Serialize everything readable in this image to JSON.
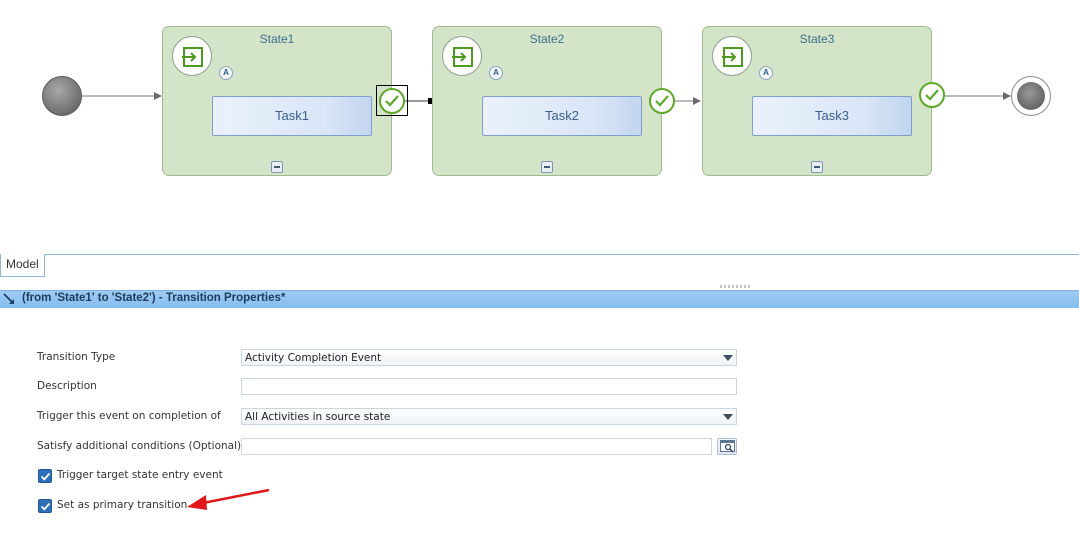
{
  "diagram": {
    "states": [
      {
        "title": "State1",
        "task": "Task1",
        "entry_badge": "A"
      },
      {
        "title": "State2",
        "task": "Task2",
        "entry_badge": "A"
      },
      {
        "title": "State3",
        "task": "Task3",
        "entry_badge": "A"
      }
    ],
    "icons": {
      "start": "start-event-icon",
      "end": "end-event-icon",
      "entry": "entry-arrow-icon",
      "complete": "check-circle-icon",
      "collapse": "collapse-minus-icon"
    },
    "colors": {
      "state_fill": "#d3e4c8",
      "task_fill": "#d9e6f7",
      "check_green": "#5ea829",
      "header_blue": "#86bdee"
    }
  },
  "tabs": [
    {
      "label": "Model",
      "active": true
    }
  ],
  "properties": {
    "title": "(from 'State1' to 'State2') - Transition Properties*",
    "fields": {
      "transition_type": {
        "label": "Transition Type",
        "value": "Activity Completion Event"
      },
      "description": {
        "label": "Description",
        "value": ""
      },
      "trigger_on_completion": {
        "label": "Trigger this event on completion of",
        "value": "All Activities in source state"
      },
      "additional_conditions": {
        "label": "Satisfy additional conditions (Optional)",
        "value": ""
      }
    },
    "checkboxes": {
      "trigger_entry_event": {
        "label": "Trigger target state entry event",
        "checked": true
      },
      "primary_transition": {
        "label": "Set as primary transition",
        "checked": true
      }
    }
  }
}
